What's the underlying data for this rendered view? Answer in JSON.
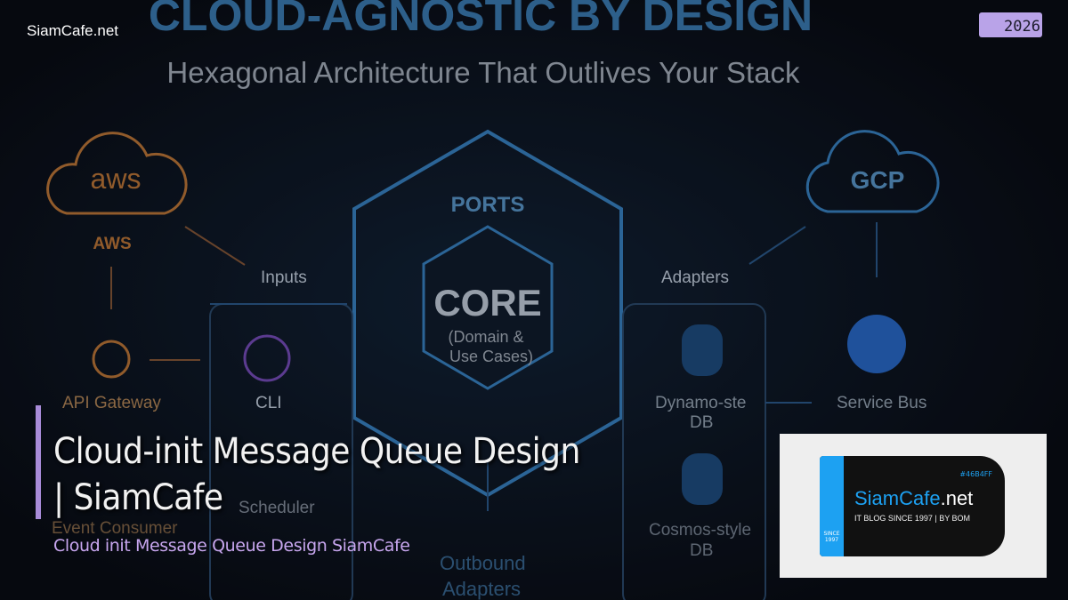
{
  "site_name": "SiamCafe.net",
  "year_badge": "2026",
  "article": {
    "title_line1": "Cloud-init Message Queue Design",
    "title_line2": "| SiamCafe",
    "subtitle": "Cloud init Message Queue Design SiamCafe"
  },
  "illustration": {
    "heading": "CLOUD-AGNOSTIC BY DESIGN",
    "subheading": "Hexagonal Architecture That Outlives Your Stack",
    "labels": {
      "aws_logo": "aws",
      "aws": "AWS",
      "gcp": "GCP",
      "ports": "PORTS",
      "core": "CORE",
      "core_sub1": "(Domain &",
      "core_sub2": "Use Cases)",
      "inputs": "Inputs",
      "adapters": "Adapters",
      "api_gateway": "API Gateway",
      "cli": "CLI",
      "scheduler": "Scheduler",
      "event_consumer": "Event Consumer",
      "dynamo1": "Dynamo-ste",
      "dynamo2": "DB",
      "cosmos1": "Cosmos-style",
      "cosmos2": "DB",
      "service_bus": "Service Bus",
      "outbound1": "Outbound",
      "outbound2": "Adapters"
    }
  },
  "logo": {
    "brand_main": "SiamCafe",
    "brand_suffix": ".net",
    "tagline": "IT BLOG SINCE 1997 | BY BOM",
    "color_code": "#46B4FF",
    "since_line1": "SINCE",
    "since_line2": "1997"
  },
  "colors": {
    "accent_purple": "#a88bd8",
    "subtitle": "#c7a6ee",
    "logo_blue": "#1da1f2",
    "glow_blue": "#3a86c8",
    "aws_orange": "#c27a3a"
  }
}
